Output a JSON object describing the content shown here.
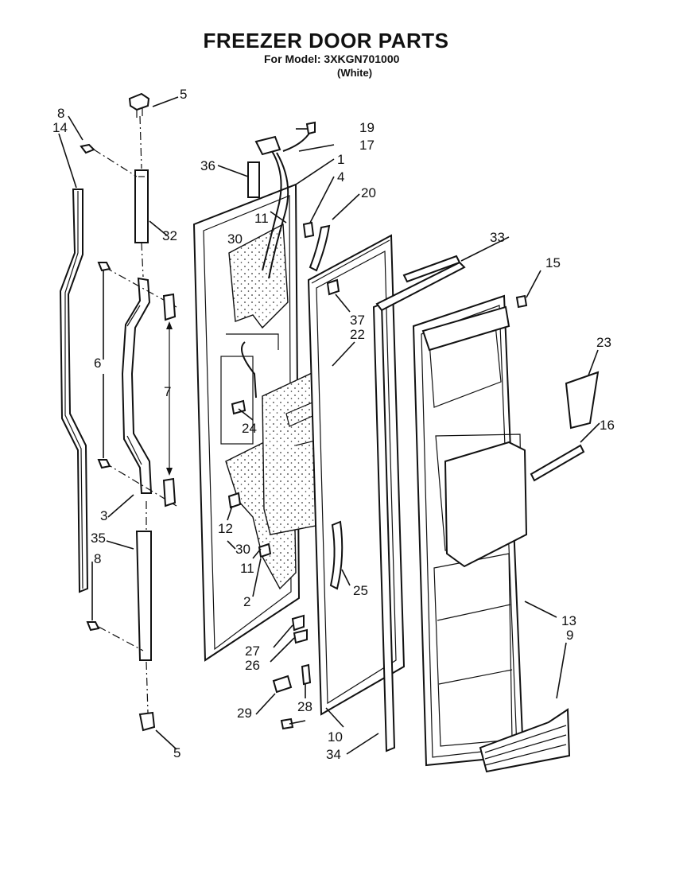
{
  "header": {
    "title": "FREEZER DOOR PARTS",
    "model": "For Model: 3XKGN701000",
    "color": "(White)"
  },
  "callouts": {
    "c1": "1",
    "c2": "2",
    "c3": "3",
    "c4": "4",
    "c5a": "5",
    "c5b": "5",
    "c6": "6",
    "c7": "7",
    "c8a": "8",
    "c8b": "8",
    "c9": "9",
    "c10": "10",
    "c11a": "11",
    "c11b": "11",
    "c12": "12",
    "c13": "13",
    "c14": "14",
    "c15": "15",
    "c16": "16",
    "c17": "17",
    "c19": "19",
    "c20": "20",
    "c22": "22",
    "c23": "23",
    "c24": "24",
    "c25": "25",
    "c26": "26",
    "c27": "27",
    "c28": "28",
    "c29": "29",
    "c30a": "30",
    "c30b": "30",
    "c32": "32",
    "c33": "33",
    "c34": "34",
    "c35": "35",
    "c36": "36",
    "c37": "37"
  }
}
